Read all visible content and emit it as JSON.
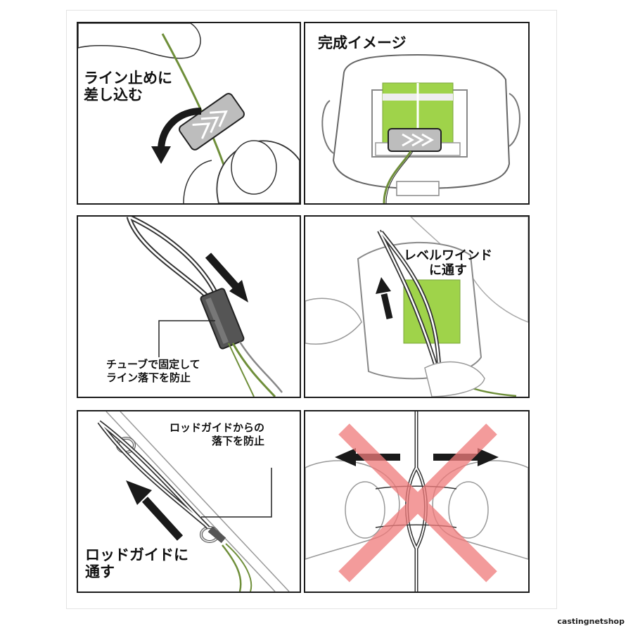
{
  "steps": {
    "line_stopper": {
      "line1": "ライン止めに",
      "line2": "差し込む"
    },
    "finished_image": {
      "title": "完成イメージ"
    },
    "tube_fix": {
      "line1": "チューブで固定して",
      "line2": "ライン落下を防止"
    },
    "level_wind": {
      "line1": "レベルワインド",
      "line2": "に通す"
    },
    "rod_guide": {
      "note_line1": "ロッドガイドからの",
      "note_line2": "落下を防止",
      "line1": "ロッドガイドに",
      "line2": "通す"
    }
  },
  "watermark": "castingnetshop",
  "colors": {
    "line_green": "#6f8f3a",
    "spool_green": "#9fd34a",
    "cross_red": "#f07a7a",
    "arrow_black": "#1a1a1a"
  },
  "icons": [
    "curved-arrow-icon",
    "straight-arrow-icon",
    "prohibited-cross-icon"
  ]
}
